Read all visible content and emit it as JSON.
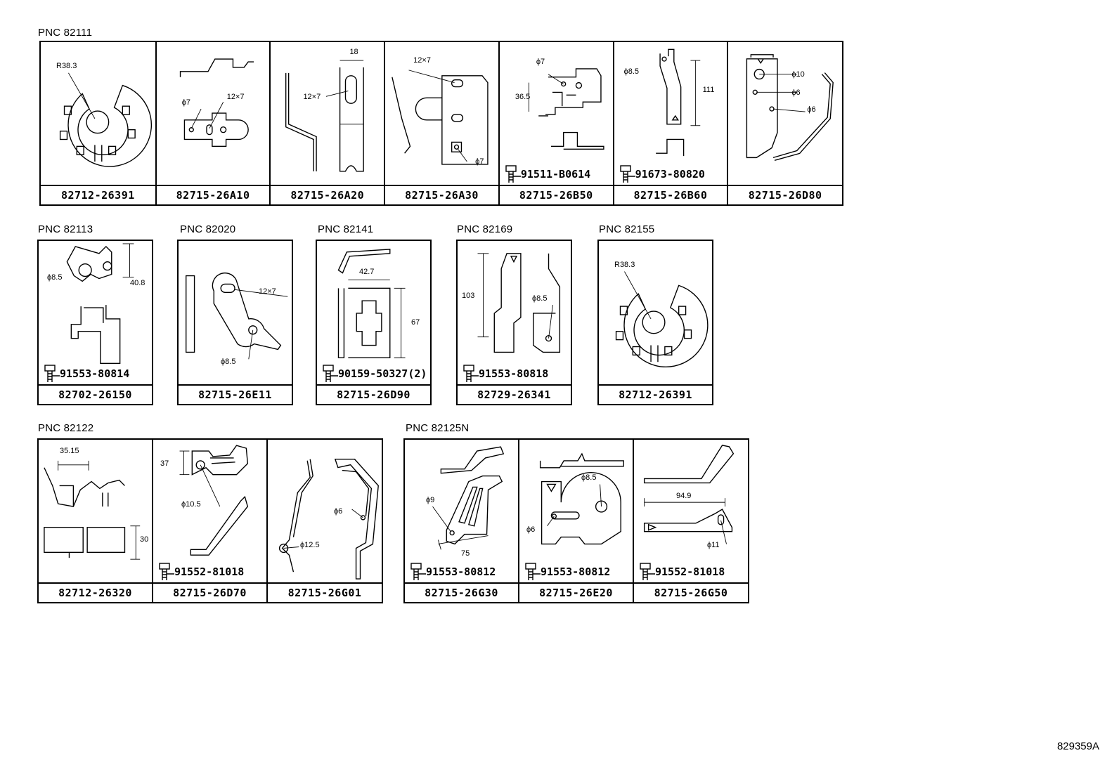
{
  "figure_id": "829359A",
  "groups": [
    {
      "pnc": "PNC 82111",
      "parts": [
        {
          "part_no": "82712-26391",
          "labels": [
            "R38.3"
          ]
        },
        {
          "part_no": "82715-26A10",
          "labels": [
            "ϕ7",
            "12×7"
          ]
        },
        {
          "part_no": "82715-26A20",
          "labels": [
            "18",
            "12×7"
          ]
        },
        {
          "part_no": "82715-26A30",
          "labels": [
            "12×7",
            "ϕ7"
          ]
        },
        {
          "part_no": "82715-26B50",
          "labels": [
            "ϕ7",
            "36.5"
          ],
          "bolt": "91511-B0614"
        },
        {
          "part_no": "82715-26B60",
          "labels": [
            "ϕ8.5",
            "111"
          ],
          "bolt": "91673-80820"
        },
        {
          "part_no": "82715-26D80",
          "labels": [
            "ϕ10",
            "ϕ6",
            "ϕ6"
          ]
        }
      ]
    },
    {
      "pnc": "PNC 82113",
      "parts": [
        {
          "part_no": "82702-26150",
          "labels": [
            "ϕ8.5",
            "40.8"
          ],
          "bolt": "91553-80814"
        }
      ]
    },
    {
      "pnc": "PNC 82020",
      "parts": [
        {
          "part_no": "82715-26E11",
          "labels": [
            "12×7",
            "ϕ8.5"
          ]
        }
      ]
    },
    {
      "pnc": "PNC 82141",
      "parts": [
        {
          "part_no": "82715-26D90",
          "labels": [
            "42.7",
            "67"
          ],
          "bolt": "90159-50327(2)"
        }
      ]
    },
    {
      "pnc": "PNC 82169",
      "parts": [
        {
          "part_no": "82729-26341",
          "labels": [
            "103",
            "ϕ8.5"
          ],
          "bolt": "91553-80818"
        }
      ]
    },
    {
      "pnc": "PNC 82155",
      "parts": [
        {
          "part_no": "82712-26391",
          "labels": [
            "R38.3"
          ]
        }
      ]
    },
    {
      "pnc": "PNC 82122",
      "parts": [
        {
          "part_no": "82712-26320",
          "labels": [
            "35.15",
            "30"
          ]
        },
        {
          "part_no": "82715-26D70",
          "labels": [
            "37",
            "ϕ10.5"
          ],
          "bolt": "91552-81018"
        },
        {
          "part_no": "82715-26G01",
          "labels": [
            "ϕ6",
            "ϕ12.5"
          ]
        }
      ]
    },
    {
      "pnc": "PNC 82125N",
      "parts": [
        {
          "part_no": "82715-26G30",
          "labels": [
            "ϕ9",
            "75"
          ],
          "bolt": "91553-80812"
        },
        {
          "part_no": "82715-26E20",
          "labels": [
            "ϕ8.5",
            "ϕ6"
          ],
          "bolt": "91553-80812"
        },
        {
          "part_no": "82715-26G50",
          "labels": [
            "94.9",
            "ϕ11"
          ],
          "bolt": "91552-81018"
        }
      ]
    }
  ]
}
